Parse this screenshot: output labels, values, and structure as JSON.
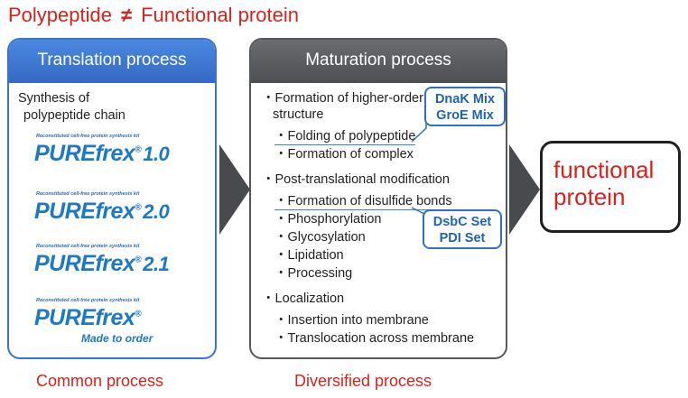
{
  "headline": {
    "left": "Polypeptide",
    "op": "≠",
    "right": "Functional protein"
  },
  "translation": {
    "title": "Translation process",
    "subtitle_line1": "Synthesis of",
    "subtitle_line2": "polypeptide chain",
    "kits": [
      {
        "tagline": "Reconstituted cell-free protein synthesis kit",
        "brand": "PUREfrex",
        "version": "1.0",
        "subtext": ""
      },
      {
        "tagline": "Reconstituted cell-free protein synthesis kit",
        "brand": "PUREfrex",
        "version": "2.0",
        "subtext": ""
      },
      {
        "tagline": "Reconstituted cell-free protein synthesis kit",
        "brand": "PUREfrex",
        "version": "2.1",
        "subtext": ""
      },
      {
        "tagline": "Reconstituted cell-free protein synthesis kit",
        "brand": "PUREfrex",
        "version": "",
        "subtext": "Made to order"
      }
    ],
    "footer": "Common process"
  },
  "maturation": {
    "title": "Maturation process",
    "s1_line1": "・Formation of higher-order",
    "s1_line2": "structure",
    "s1_item1": "・Folding of polypeptide",
    "s1_item2": "・Formation of complex",
    "s2_title": "・Post-translational modification",
    "s2_item1": "・Formation of disulfide bonds",
    "s2_item2": "・Phosphorylation",
    "s2_item3": "・Glycosylation",
    "s2_item4": "・Lipidation",
    "s2_item5": "・Processing",
    "s3_title": "・Localization",
    "s3_item1": "・Insertion into membrane",
    "s3_item2": "・Translocation across membrane",
    "callout1_line1": "DnaK Mix",
    "callout1_line2": "GroE Mix",
    "callout2_line1": "DsbC Set",
    "callout2_line2": "PDI Set",
    "footer": "Diversified process"
  },
  "result": {
    "line1": "functional",
    "line2": "protein"
  },
  "colors": {
    "red": "#d7231b",
    "blue": "#3b73cf",
    "gray": "#4d4f53",
    "logo_blue": "#1e78c8"
  }
}
